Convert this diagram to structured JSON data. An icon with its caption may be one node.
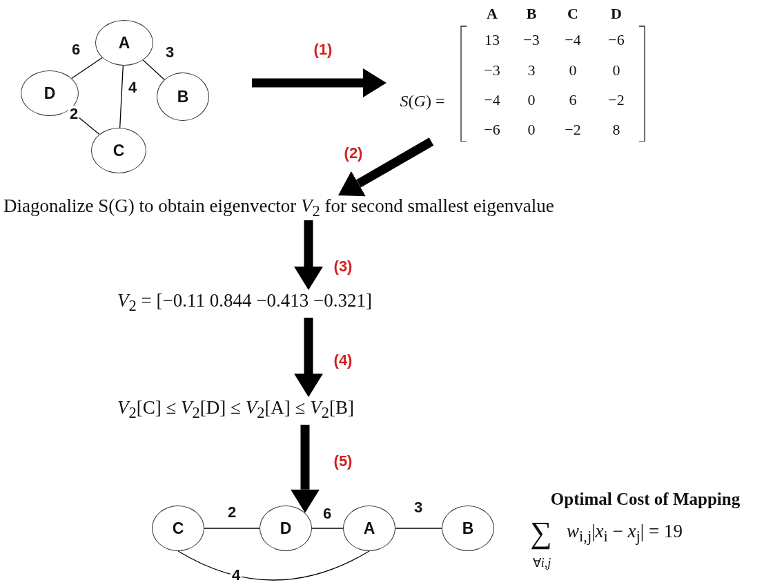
{
  "diagram": {
    "nodes": [
      {
        "text": [
          "A"
        ]
      },
      {
        "text": [
          "D"
        ]
      },
      {
        "text": [
          "B"
        ]
      },
      {
        "text": [
          "C"
        ]
      },
      {
        "text": [
          "*S*(*G*) ="
        ]
      },
      {
        "text": [
          "Diagonalize S(G) to obtain eigenvector *V*$_{2}$ for second smallest eigenvalue"
        ]
      },
      {
        "text": [
          "*V*$_{2}$ = [−0.11 0.844  −0.413  −0.321]"
        ]
      },
      {
        "text": [
          "*V*$_{2}$[C]  ≤  *V*$_{2}$[D]  ≤  *V*$_{2}$[A]  ≤  *V*$_{2}$[B]"
        ]
      },
      {
        "text": [
          "C"
        ]
      },
      {
        "text": [
          "D"
        ]
      },
      {
        "text": [
          "A"
        ]
      },
      {
        "text": [
          "B"
        ]
      }
    ],
    "edges": [
      {
        "from": 0,
        "to": 1,
        "arrow": "none",
        "label": "6"
      },
      {
        "from": 0,
        "to": 2,
        "arrow": "none",
        "label": "3"
      },
      {
        "from": 0,
        "to": 3,
        "arrow": "none",
        "label": "4"
      },
      {
        "from": 1,
        "to": 3,
        "arrow": "none",
        "label": "2"
      },
      {
        "from": null,
        "to": 4,
        "arrow": "to",
        "label": "(1)",
        "style": "thick"
      },
      {
        "from": 4,
        "to": 5,
        "arrow": "to",
        "label": "(2)",
        "style": "thick"
      },
      {
        "from": 5,
        "to": 6,
        "arrow": "to",
        "label": "(3)",
        "style": "thick"
      },
      {
        "from": 6,
        "to": 7,
        "arrow": "to",
        "label": "(4)",
        "style": "thick"
      },
      {
        "from": 7,
        "to": 9,
        "arrow": "to",
        "label": "(5)",
        "style": "thick"
      },
      {
        "from": 8,
        "to": 9,
        "arrow": "none",
        "label": "2"
      },
      {
        "from": 9,
        "to": 10,
        "arrow": "none",
        "label": "6"
      },
      {
        "from": 10,
        "to": 11,
        "arrow": "none",
        "label": "3"
      },
      {
        "from": 8,
        "to": 10,
        "arrow": "none",
        "label": "4"
      }
    ],
    "labels": [
      "A",
      "B",
      "C",
      "D",
      "13",
      "−3",
      "−4",
      "−6",
      "−3",
      "3",
      "0",
      "0",
      "−4",
      "0",
      "6",
      "−2",
      "−6",
      "0",
      "−2",
      "8",
      "Optimal Cost of Mapping",
      "∑",
      "*w*$_{i,j}$|*x*$_{i}$ − *x*$_{j}$| =  19",
      "∀*i*,*j*"
    ]
  }
}
